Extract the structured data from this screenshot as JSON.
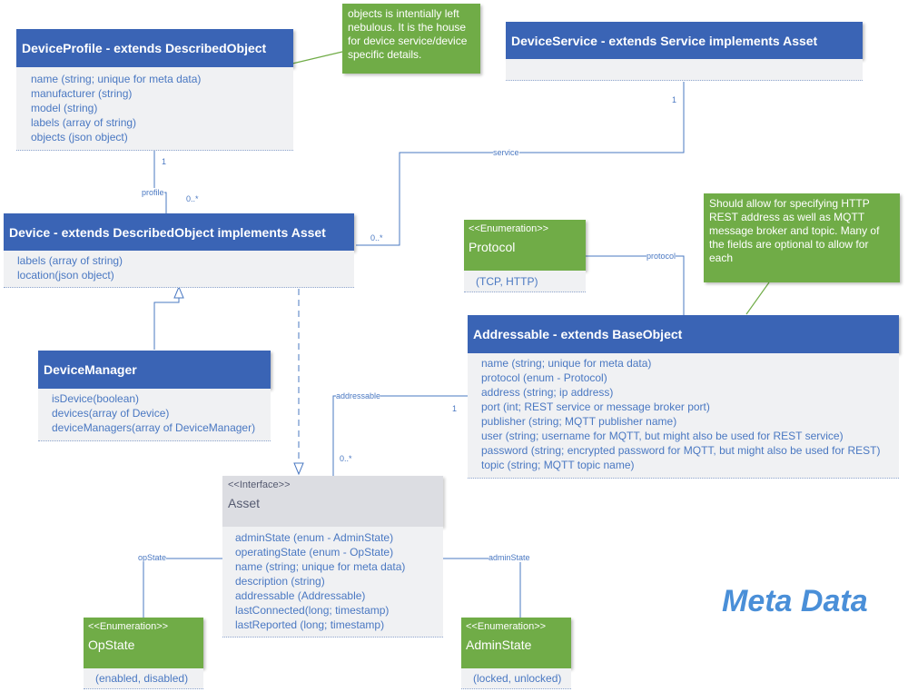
{
  "title": "Meta Data",
  "colors": {
    "class_header": "#3a64b5",
    "enum_header": "#70ac47",
    "interface_header": "#dcdde2",
    "attribute_text": "#4a78c2",
    "connector": "#4a78c2"
  },
  "device_profile": {
    "header": "DeviceProfile - extends DescribedObject",
    "attributes": [
      "name (string; unique for meta data)",
      "manufacturer (string)",
      "model (string)",
      "labels (array of string)",
      "objects (json object)"
    ]
  },
  "device_service": {
    "header": "DeviceService - extends Service implements Asset"
  },
  "device": {
    "header": "Device - extends DescribedObject implements Asset",
    "attributes": [
      "labels (array of string)",
      "location(json object)"
    ]
  },
  "device_manager": {
    "header": "DeviceManager",
    "attributes": [
      "isDevice(boolean)",
      "devices(array of Device)",
      "deviceManagers(array of DeviceManager)"
    ]
  },
  "protocol": {
    "stereotype": "<<Enumeration>>",
    "name": "Protocol",
    "values": "(TCP, HTTP)"
  },
  "addressable": {
    "header": "Addressable - extends BaseObject",
    "attributes": [
      "name (string; unique for meta data)",
      "protocol (enum - Protocol)",
      "address (string; ip address)",
      "port (int; REST service or message broker port)",
      "publisher (string; MQTT publisher name)",
      "user (string; username for MQTT, but might also be used for REST service)",
      "password (string; encrypted password for MQTT, but might also be used for REST)",
      "topic (string; MQTT topic name)"
    ]
  },
  "asset": {
    "stereotype": "<<Interface>>",
    "name": "Asset",
    "attributes": [
      "adminState (enum - AdminState)",
      "operatingState (enum - OpState)",
      "name (string; unique for meta data)",
      "description (string)",
      "addressable (Addressable)",
      "lastConnected(long; timestamp)",
      "lastReported (long; timestamp)"
    ]
  },
  "opstate": {
    "stereotype": "<<Enumeration>>",
    "name": "OpState",
    "values": "(enabled, disabled)"
  },
  "adminstate": {
    "stereotype": "<<Enumeration>>",
    "name": "AdminState",
    "values": "(locked, unlocked)"
  },
  "notes": {
    "objects": "objects is intentially left nebulous.  It is the house for device service/device specific details.",
    "addressable": "Should allow for specifying HTTP REST address as well as MQTT message broker and topic.  Many of the fields are optional to allow for each"
  },
  "labels": {
    "profile": "profile",
    "profile_mult_1": "1",
    "profile_mult_many": "0..*",
    "service": "service",
    "service_mult_1": "1",
    "service_mult_many": "0..*",
    "protocol": "protocol",
    "addressable": "addressable",
    "addressable_mult_1": "1",
    "addressable_mult_many": "0..*",
    "opstate": "opState",
    "adminstate": "adminState"
  }
}
